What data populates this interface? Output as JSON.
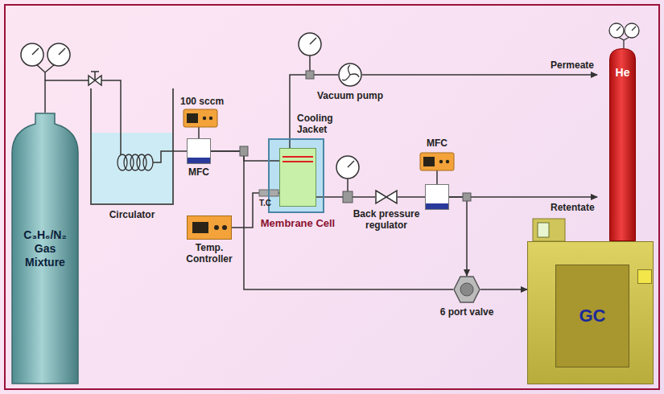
{
  "diagram": {
    "nodes": [
      {
        "text": [
          "C₃H₆/N₂ Gas Mixture"
        ]
      },
      {
        "text": [
          "Circulator"
        ]
      },
      {
        "text": [
          "MFC"
        ]
      },
      {
        "text": [
          "Temp. Controller"
        ]
      },
      {
        "text": [
          "Cooling Jacket"
        ]
      },
      {
        "text": [
          "Membrane Cell"
        ],
        "in": 4
      },
      {
        "text": [
          "Vacuum pump"
        ]
      },
      {
        "text": [
          "Back pressure regulator"
        ]
      },
      {
        "text": [
          "MFC"
        ]
      },
      {
        "text": [
          "6 port valve"
        ]
      },
      {
        "text": [
          "GC"
        ]
      },
      {
        "text": [
          "He"
        ]
      }
    ],
    "edges": [
      {
        "from": 0,
        "to": 1,
        "arrow": "none"
      },
      {
        "from": 1,
        "to": 2,
        "arrow": "none"
      },
      {
        "from": 2,
        "to": 5,
        "arrow": "none"
      },
      {
        "from": 2,
        "to": 9,
        "arrow": "none"
      },
      {
        "from": 3,
        "to": 5,
        "arrow": "none"
      },
      {
        "from": 5,
        "to": 6,
        "arrow": "none"
      },
      {
        "from": 5,
        "to": 7,
        "arrow": "none"
      },
      {
        "from": 7,
        "to": 8,
        "arrow": "none"
      },
      {
        "from": 8,
        "to": 9,
        "arrow": "to"
      },
      {
        "from": 9,
        "to": 10,
        "arrow": "to"
      }
    ],
    "labels": [
      "100 sccm",
      "T.C",
      "Permeate",
      "Retentate"
    ]
  }
}
